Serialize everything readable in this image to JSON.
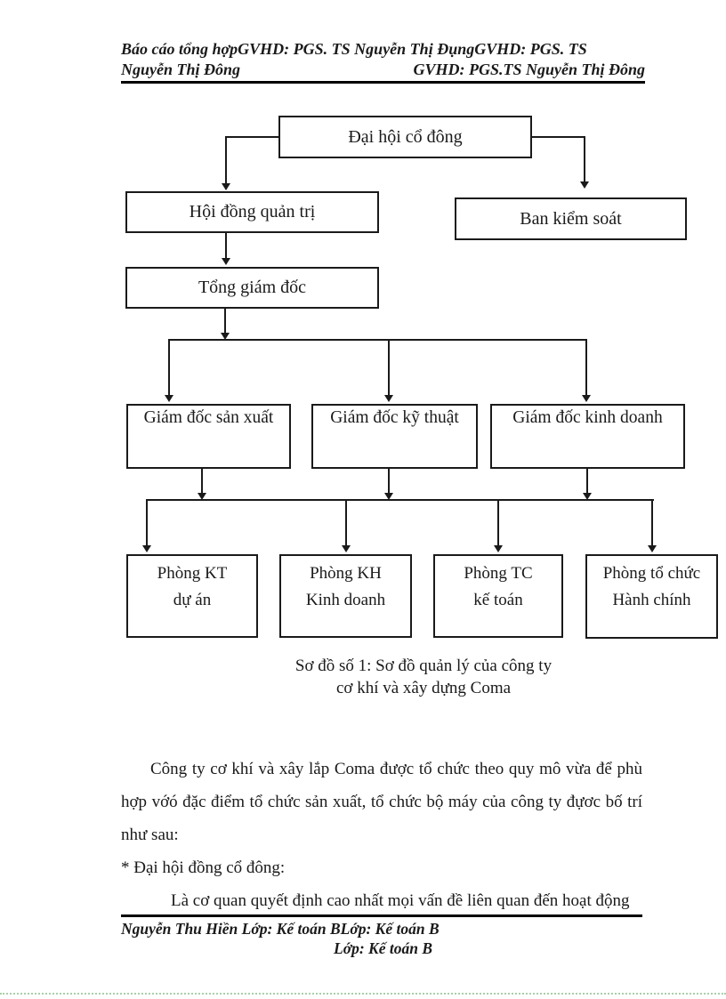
{
  "header": {
    "line1": "Báo cáo tổng hợpGVHD: PGS. TS Nguyễn Thị ĐụngGVHD: PGS. TS",
    "line2_left": "Nguyễn Thị Đông",
    "line2_right": "GVHD: PGS.TS Nguyễn Thị Đông"
  },
  "org_chart": {
    "nodes": {
      "shareholders": "Đại hội cổ đông",
      "board": "Hội đồng quản trị",
      "supervisory": "Ban kiểm soát",
      "ceo": "Tổng giám đốc",
      "production_director": "Giám đốc sản xuất",
      "technical_director": "Giám đốc kỹ thuật",
      "business_director": "Giám đốc kinh doanh",
      "dept_kt": {
        "line1": "Phòng KT",
        "line2": "dự án"
      },
      "dept_kh": {
        "line1": "Phòng KH",
        "line2": "Kinh doanh"
      },
      "dept_tc": {
        "line1": "Phòng TC",
        "line2": "kế toán"
      },
      "dept_tchc": {
        "line1": "Phòng tổ chức",
        "line2": "Hành chính"
      }
    },
    "caption_line1": "Sơ đồ số 1: Sơ đồ quản lý của công ty",
    "caption_line2": "cơ khí và xây dựng Coma"
  },
  "body": {
    "para_line1": "Công ty cơ khí và xây lắp Coma được tổ chức theo quy mô vừa để phù",
    "para_line2": "hợp vớó đặc điểm tổ chức sản xuất, tổ chức bộ máy của công ty đựơc bố trí",
    "para_line3": "như sau:",
    "bullet": "* Đại hội đồng cổ đông:",
    "para2_line1": "Là cơ quan quyết định cao nhất mọi vấn đề liên quan đến hoạt động"
  },
  "footer": {
    "line1": "Nguyễn Thu Hiền Lớp: Kế toán BLớp: Kế toán B",
    "line2": "Lớp: Kế toán B"
  },
  "colors": {
    "ink": "#1a1a1a",
    "rule": "#000000",
    "dotted_rule": "#a9cfa9"
  }
}
